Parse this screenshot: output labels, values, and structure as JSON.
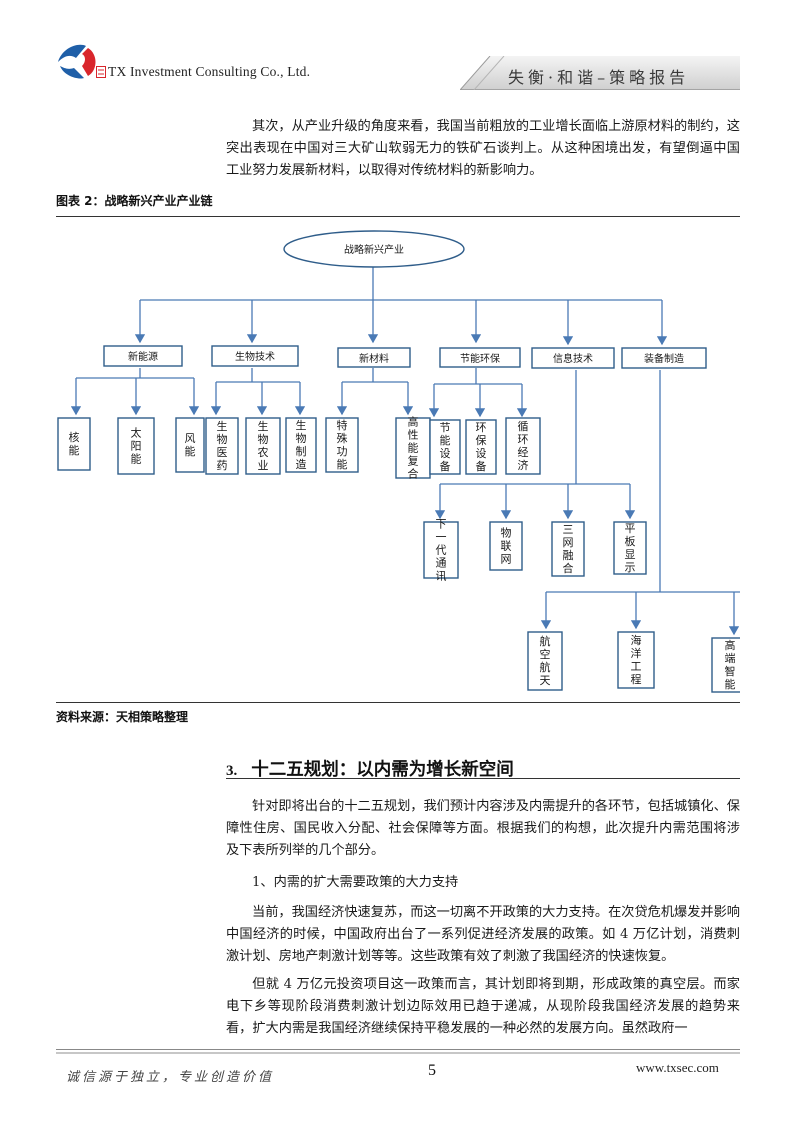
{
  "header": {
    "company": "TX Investment Consulting Co., Ltd.",
    "slogan": "失衡·和谐–策略报告"
  },
  "intro_paragraph": "其次，从产业升级的角度来看，我国当前粗放的工业增长面临上游原材料的制约，这突出表现在中国对三大矿山软弱无力的铁矿石谈判上。从这种困境出发，有望倒逼中国工业努力发展新材料，以取得对传统材料的新影响力。",
  "figure": {
    "caption": "图表 2：战略新兴产业产业链",
    "source": "资料来源：天相策略整理",
    "root": "战略新兴产业",
    "categories": [
      "新能源",
      "生物技术",
      "新材料",
      "节能环保",
      "信息技术",
      "装备制造"
    ],
    "leaves_row1": [
      "核能",
      "太阳能",
      "风能",
      "生物医药",
      "生物农业",
      "生物制造",
      "特殊功能",
      "高性能复合",
      "节能设备",
      "环保设备",
      "循环经济"
    ],
    "leaves_info": [
      "下一代通讯",
      "物联网",
      "三网融合",
      "平板显示"
    ],
    "leaves_equip": [
      "航空航天",
      "海洋工程",
      "高端智能"
    ]
  },
  "section": {
    "number": "3.",
    "title": "十二五规划：以内需为增长新空间"
  },
  "paragraphs": [
    "针对即将出台的十二五规划，我们预计内容涉及内需提升的各环节，包括城镇化、保障性住房、国民收入分配、社会保障等方面。根据我们的构想，此次提升内需范围将涉及下表所列举的几个部分。",
    "1、内需的扩大需要政策的大力支持",
    "当前，我国经济快速复苏，而这一切离不开政策的大力支持。在次贷危机爆发并影响中国经济的时候，中国政府出台了一系列促进经济发展的政策。如 4 万亿计划，消费刺激计划、房地产刺激计划等等。这些政策有效了刺激了我国经济的快速恢复。",
    "但就 4 万亿元投资项目这一政策而言，其计划即将到期，形成政策的真空层。而家电下乡等现阶段消费刺激计划边际效用已趋于递减，从现阶段我国经济发展的趋势来看，扩大内需是我国经济继续保持平稳发展的一种必然的发展方向。虽然政府一"
  ],
  "footer": {
    "motto": "诚信源于独立，专业创造价值",
    "page": "5",
    "url": "www.txsec.com"
  }
}
